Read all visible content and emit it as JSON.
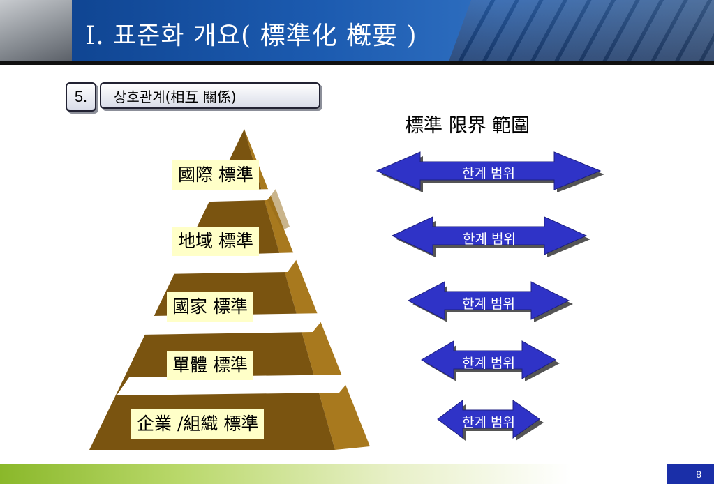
{
  "header": {
    "title": "Ⅰ. 표준화 개요( 標準化 槪要 )"
  },
  "section": {
    "number": "5.",
    "title": "상호관계(相互 關係)"
  },
  "range_title": "標準 限界  範圍",
  "pyramid": {
    "levels": [
      {
        "label": "國際 標準"
      },
      {
        "label": "地域 標準"
      },
      {
        "label": "國家 標準"
      },
      {
        "label": "單體 標準"
      },
      {
        "label": "企業 /組織 標準"
      }
    ],
    "colors": {
      "front": "#7a5410",
      "side": "#a8791e",
      "band": "#ffffff"
    }
  },
  "arrows": {
    "items": [
      {
        "label": "한계 범위"
      },
      {
        "label": "한계 범위"
      },
      {
        "label": "한계 범위"
      },
      {
        "label": "한계 범위"
      },
      {
        "label": "한계 범위"
      }
    ],
    "color": "#2f33c7"
  },
  "footer": {
    "page": "8"
  }
}
